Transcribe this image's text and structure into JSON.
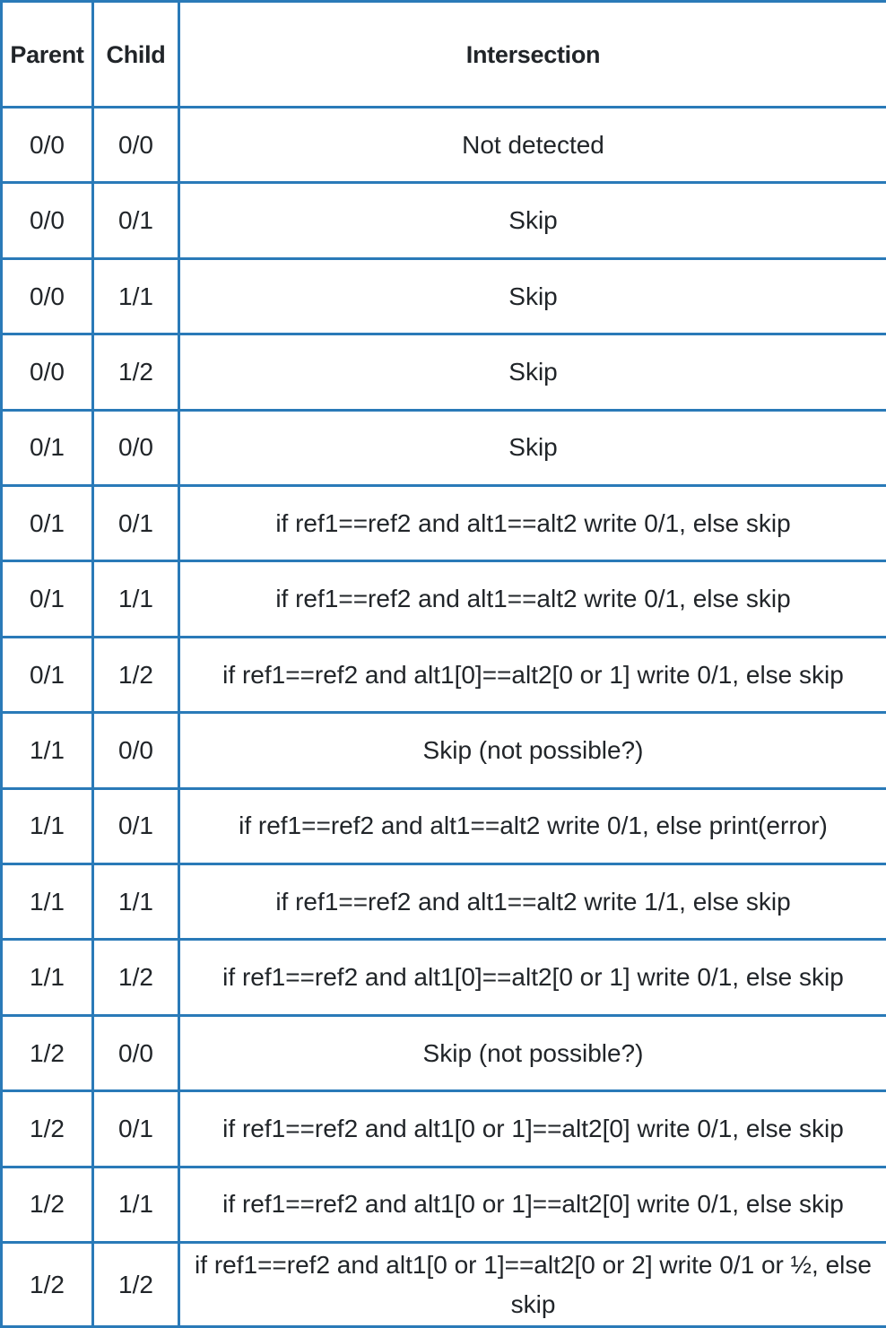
{
  "table": {
    "headers": {
      "parent": "Parent",
      "child": "Child",
      "intersection": "Intersection"
    },
    "rows": [
      {
        "parent": "0/0",
        "child": "0/0",
        "intersection": "Not detected"
      },
      {
        "parent": "0/0",
        "child": "0/1",
        "intersection": "Skip"
      },
      {
        "parent": "0/0",
        "child": "1/1",
        "intersection": "Skip"
      },
      {
        "parent": "0/0",
        "child": "1/2",
        "intersection": "Skip"
      },
      {
        "parent": "0/1",
        "child": "0/0",
        "intersection": "Skip"
      },
      {
        "parent": "0/1",
        "child": "0/1",
        "intersection": "if ref1==ref2 and alt1==alt2 write 0/1, else skip"
      },
      {
        "parent": "0/1",
        "child": "1/1",
        "intersection": "if ref1==ref2 and alt1==alt2 write 0/1, else skip"
      },
      {
        "parent": "0/1",
        "child": "1/2",
        "intersection": "if ref1==ref2 and alt1[0]==alt2[0 or 1] write 0/1, else skip"
      },
      {
        "parent": "1/1",
        "child": "0/0",
        "intersection": "Skip (not possible?)"
      },
      {
        "parent": "1/1",
        "child": "0/1",
        "intersection": "if ref1==ref2 and alt1==alt2 write 0/1, else print(error)"
      },
      {
        "parent": "1/1",
        "child": "1/1",
        "intersection": "if ref1==ref2 and alt1==alt2 write 1/1, else skip"
      },
      {
        "parent": "1/1",
        "child": "1/2",
        "intersection": "if ref1==ref2 and alt1[0]==alt2[0 or 1] write 0/1, else skip"
      },
      {
        "parent": "1/2",
        "child": "0/0",
        "intersection": "Skip (not possible?)"
      },
      {
        "parent": "1/2",
        "child": "0/1",
        "intersection": "if ref1==ref2 and alt1[0 or 1]==alt2[0] write 0/1, else skip"
      },
      {
        "parent": "1/2",
        "child": "1/1",
        "intersection": "if ref1==ref2 and alt1[0 or 1]==alt2[0] write 0/1, else skip"
      },
      {
        "parent": "1/2",
        "child": "1/2",
        "intersection": "if ref1==ref2 and alt1[0 or 1]==alt2[0 or 2] write 0/1 or ½, else skip"
      }
    ]
  },
  "colors": {
    "border": "#2a7ab8",
    "text": "#212529",
    "background": "#ffffff"
  }
}
